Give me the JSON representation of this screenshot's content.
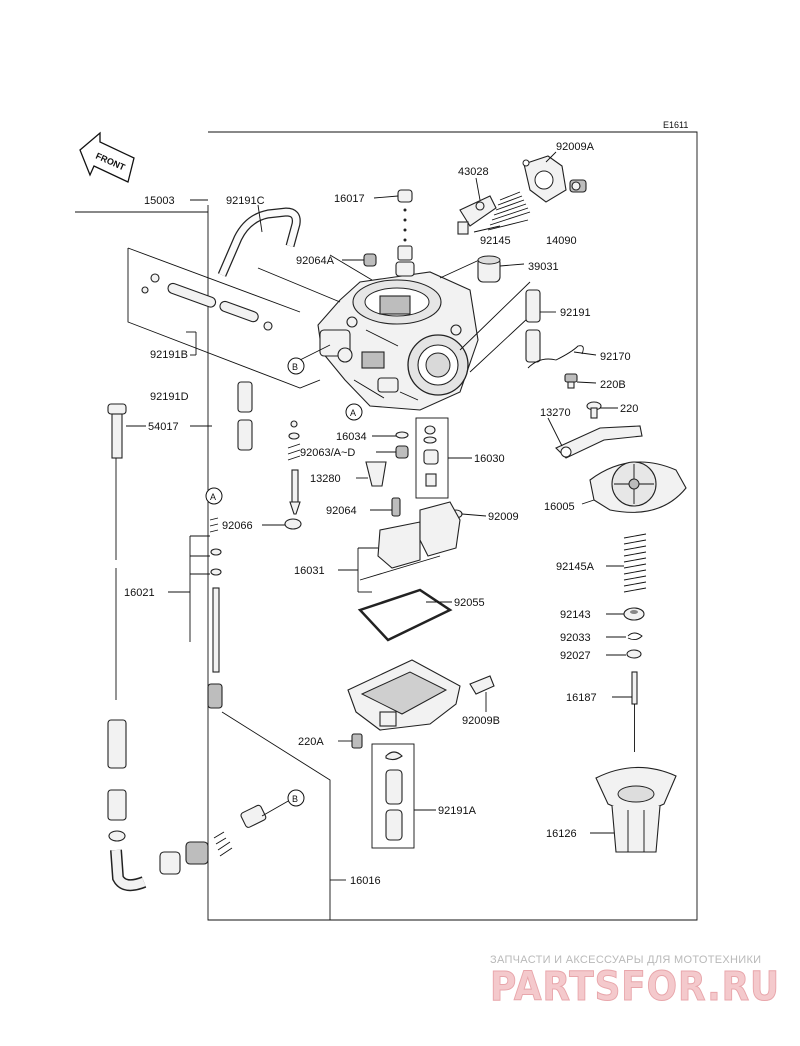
{
  "diagram_id": "E1611",
  "front_label": "FRONT",
  "parts": {
    "p15003": "15003",
    "p92191C": "92191C",
    "p16017": "16017",
    "p43028": "43028",
    "p92009A": "92009A",
    "p92145": "92145",
    "p14090": "14090",
    "p92064A": "92064A",
    "p39031": "39031",
    "p92191": "92191",
    "p92191B": "92191B",
    "p92170": "92170",
    "p220B": "220B",
    "p92191D": "92191D",
    "p13270": "13270",
    "p220": "220",
    "p54017": "54017",
    "p16034": "16034",
    "p92063AD": "92063/A~D",
    "p16030": "16030",
    "p13280": "13280",
    "p16005": "16005",
    "p92064": "92064",
    "p92009": "92009",
    "p92066": "92066",
    "p16031": "16031",
    "p92145A": "92145A",
    "p16021": "16021",
    "p92055": "92055",
    "p92143": "92143",
    "p92033": "92033",
    "p92027": "92027",
    "p16187": "16187",
    "p92009B": "92009B",
    "p220A": "220A",
    "p92191A": "92191A",
    "p16126": "16126",
    "p16016": "16016"
  },
  "markers": {
    "a": "A",
    "b": "B"
  },
  "watermark": {
    "tagline": "ЗАПЧАСТИ И АКСЕССУАРЫ ДЛЯ МОТОТЕХНИКИ",
    "brand": "PARTSFOR.RU"
  }
}
